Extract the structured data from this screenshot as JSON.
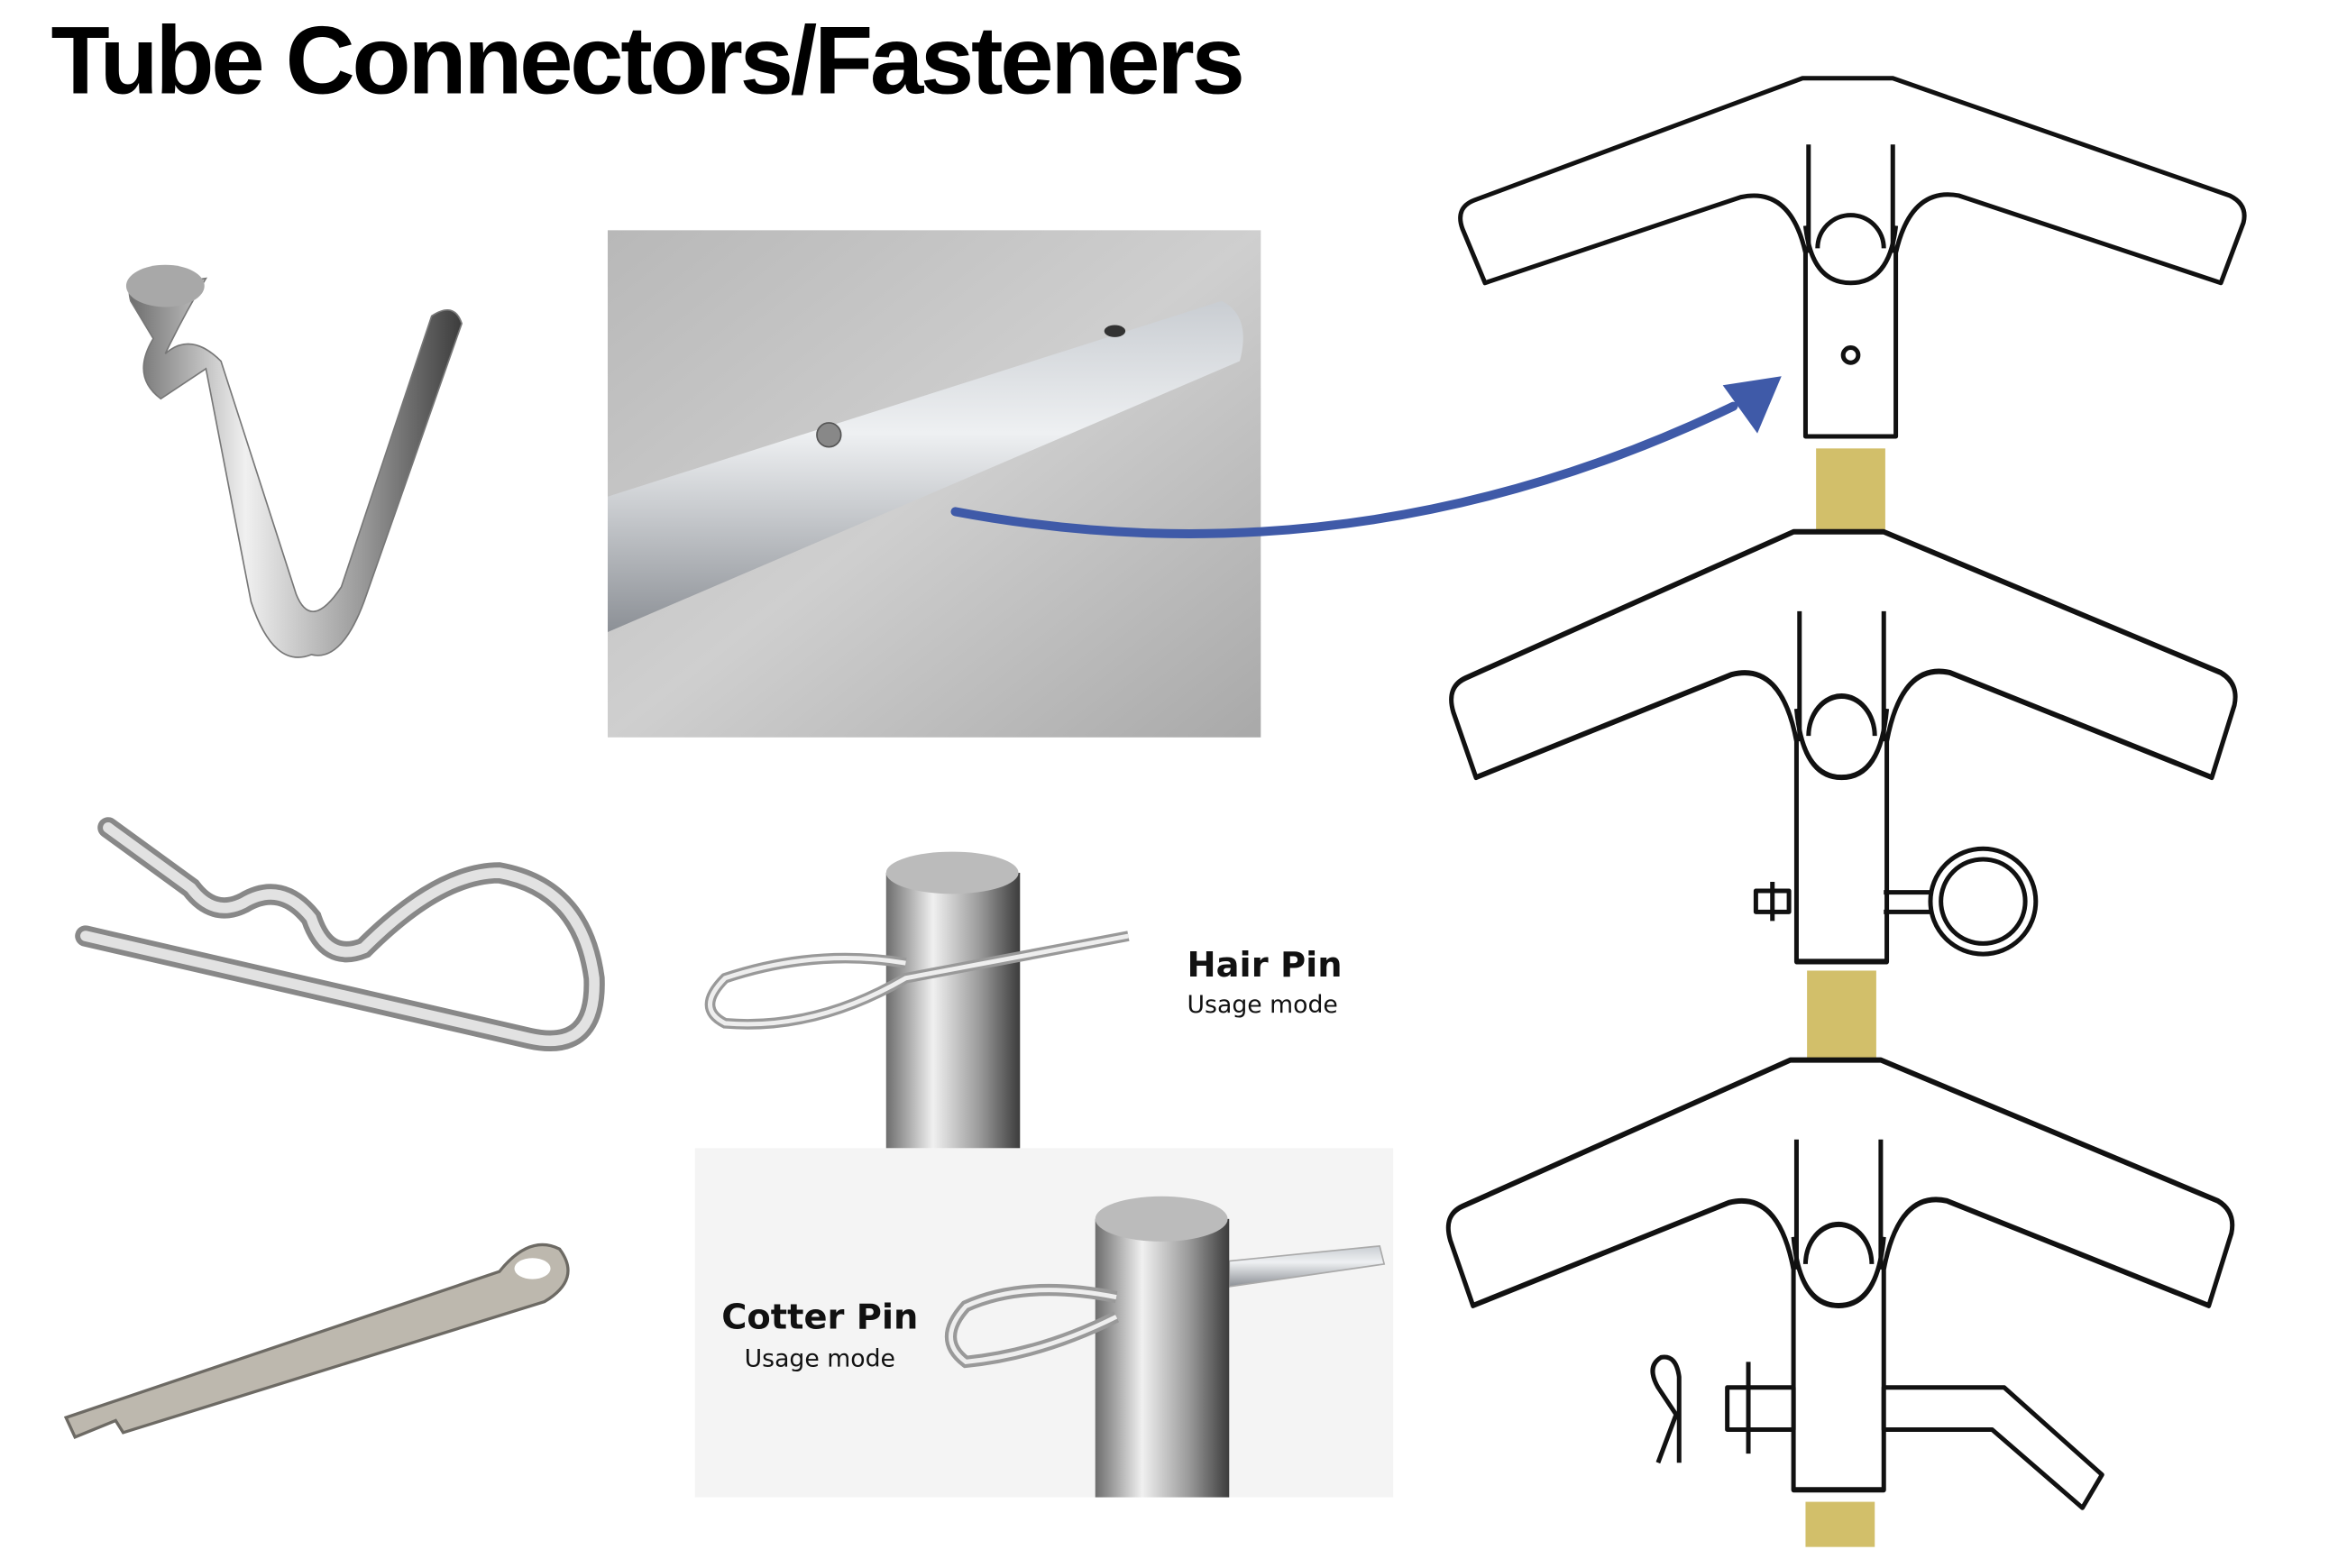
{
  "title": "Tube Connectors/Fasteners",
  "hair_pin": {
    "label": "Hair Pin",
    "sublabel": "Usage mode"
  },
  "cotter_pin": {
    "label": "Cotter Pin",
    "sublabel": "Usage mode"
  },
  "colors": {
    "arrow": "#3f5aa8",
    "tube": "#d2bf6a",
    "panel": "#f4f4f4"
  }
}
